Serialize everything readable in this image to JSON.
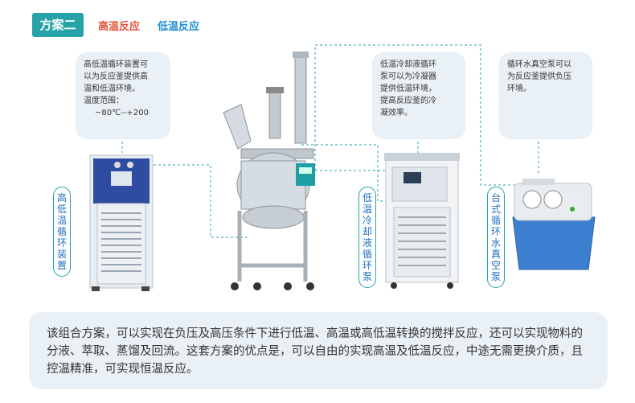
{
  "header": {
    "scheme_label": "方案二",
    "high_temp": "高温反应",
    "low_temp": "低温反应"
  },
  "callouts": {
    "chiller_desc": [
      "高低温循环装置可",
      "以为反应釜提供高",
      "温和低温环境。",
      "温度范围：",
      "~80℃--+200"
    ],
    "cooler_desc": [
      "低温冷却液循环",
      "泵可以为冷凝器",
      "提供低温环境，",
      "提高反应釜的冷",
      "凝效率。"
    ],
    "vacuum_desc": [
      "循环水真空泵可以",
      "为反应釜提供负压",
      "环境。"
    ]
  },
  "labels": {
    "chiller": [
      "高",
      "低",
      "温",
      "循",
      "环",
      "装",
      "置"
    ],
    "cooler": [
      "低",
      "温",
      "冷",
      "却",
      "液",
      "循",
      "环",
      "泵"
    ],
    "vacuum": [
      "台",
      "式",
      "循",
      "环",
      "水",
      "真",
      "空",
      "泵"
    ]
  },
  "summary": "该组合方案，可以实现在负压及高压条件下进行低温、高温或高低温转换的搅拌反应，还可以实现物料的分液、萃取、蒸馏及回流。这套方案的优点是，可以自由的实现高温及低温反应，中途无需更换介质，且控温精准，可实现恒温反应。",
  "colors": {
    "accent": "#27a3a8",
    "high_temp": "#e5533b",
    "low_temp": "#1e8fd0",
    "bubble_bg": "#eaf1f6"
  }
}
